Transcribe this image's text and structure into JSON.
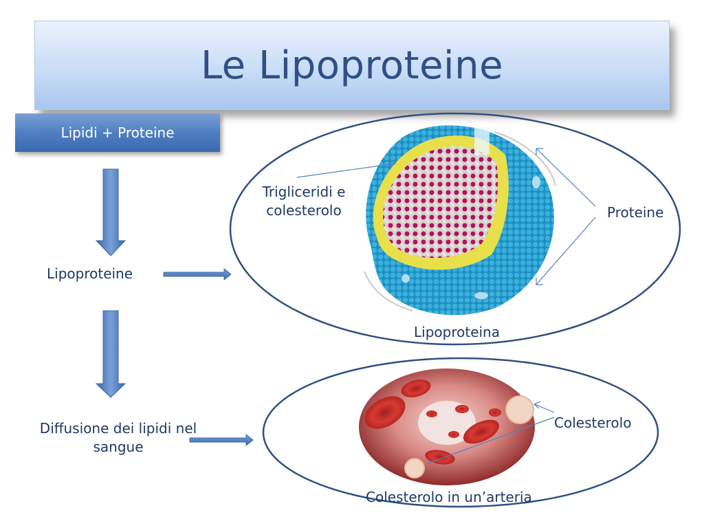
{
  "title": "Le Lipoproteine",
  "box_lipidi": "Lipidi + Proteine",
  "flow": {
    "lipoproteine": "Lipoproteine",
    "diffusione": "Diffusione dei lipidi nel sangue"
  },
  "lipoprotein_diagram": {
    "trigliceridi": "Trigliceridi e colesterolo",
    "proteine": "Proteine",
    "lipoproteina": "Lipoproteina"
  },
  "artery_diagram": {
    "colesterolo": "Colesterolo",
    "caption": "Colesterolo in un’arteria"
  },
  "colors": {
    "title_text": "#2f4f85",
    "arrow_fill": "#4f7fc2",
    "ellipse_stroke": "#2f4f7f",
    "lipoprotein_shell": "#2aa0cf",
    "lipid_layer": "#e8e04a",
    "core": "#b0125a",
    "blood_cell": "#d23b35"
  }
}
